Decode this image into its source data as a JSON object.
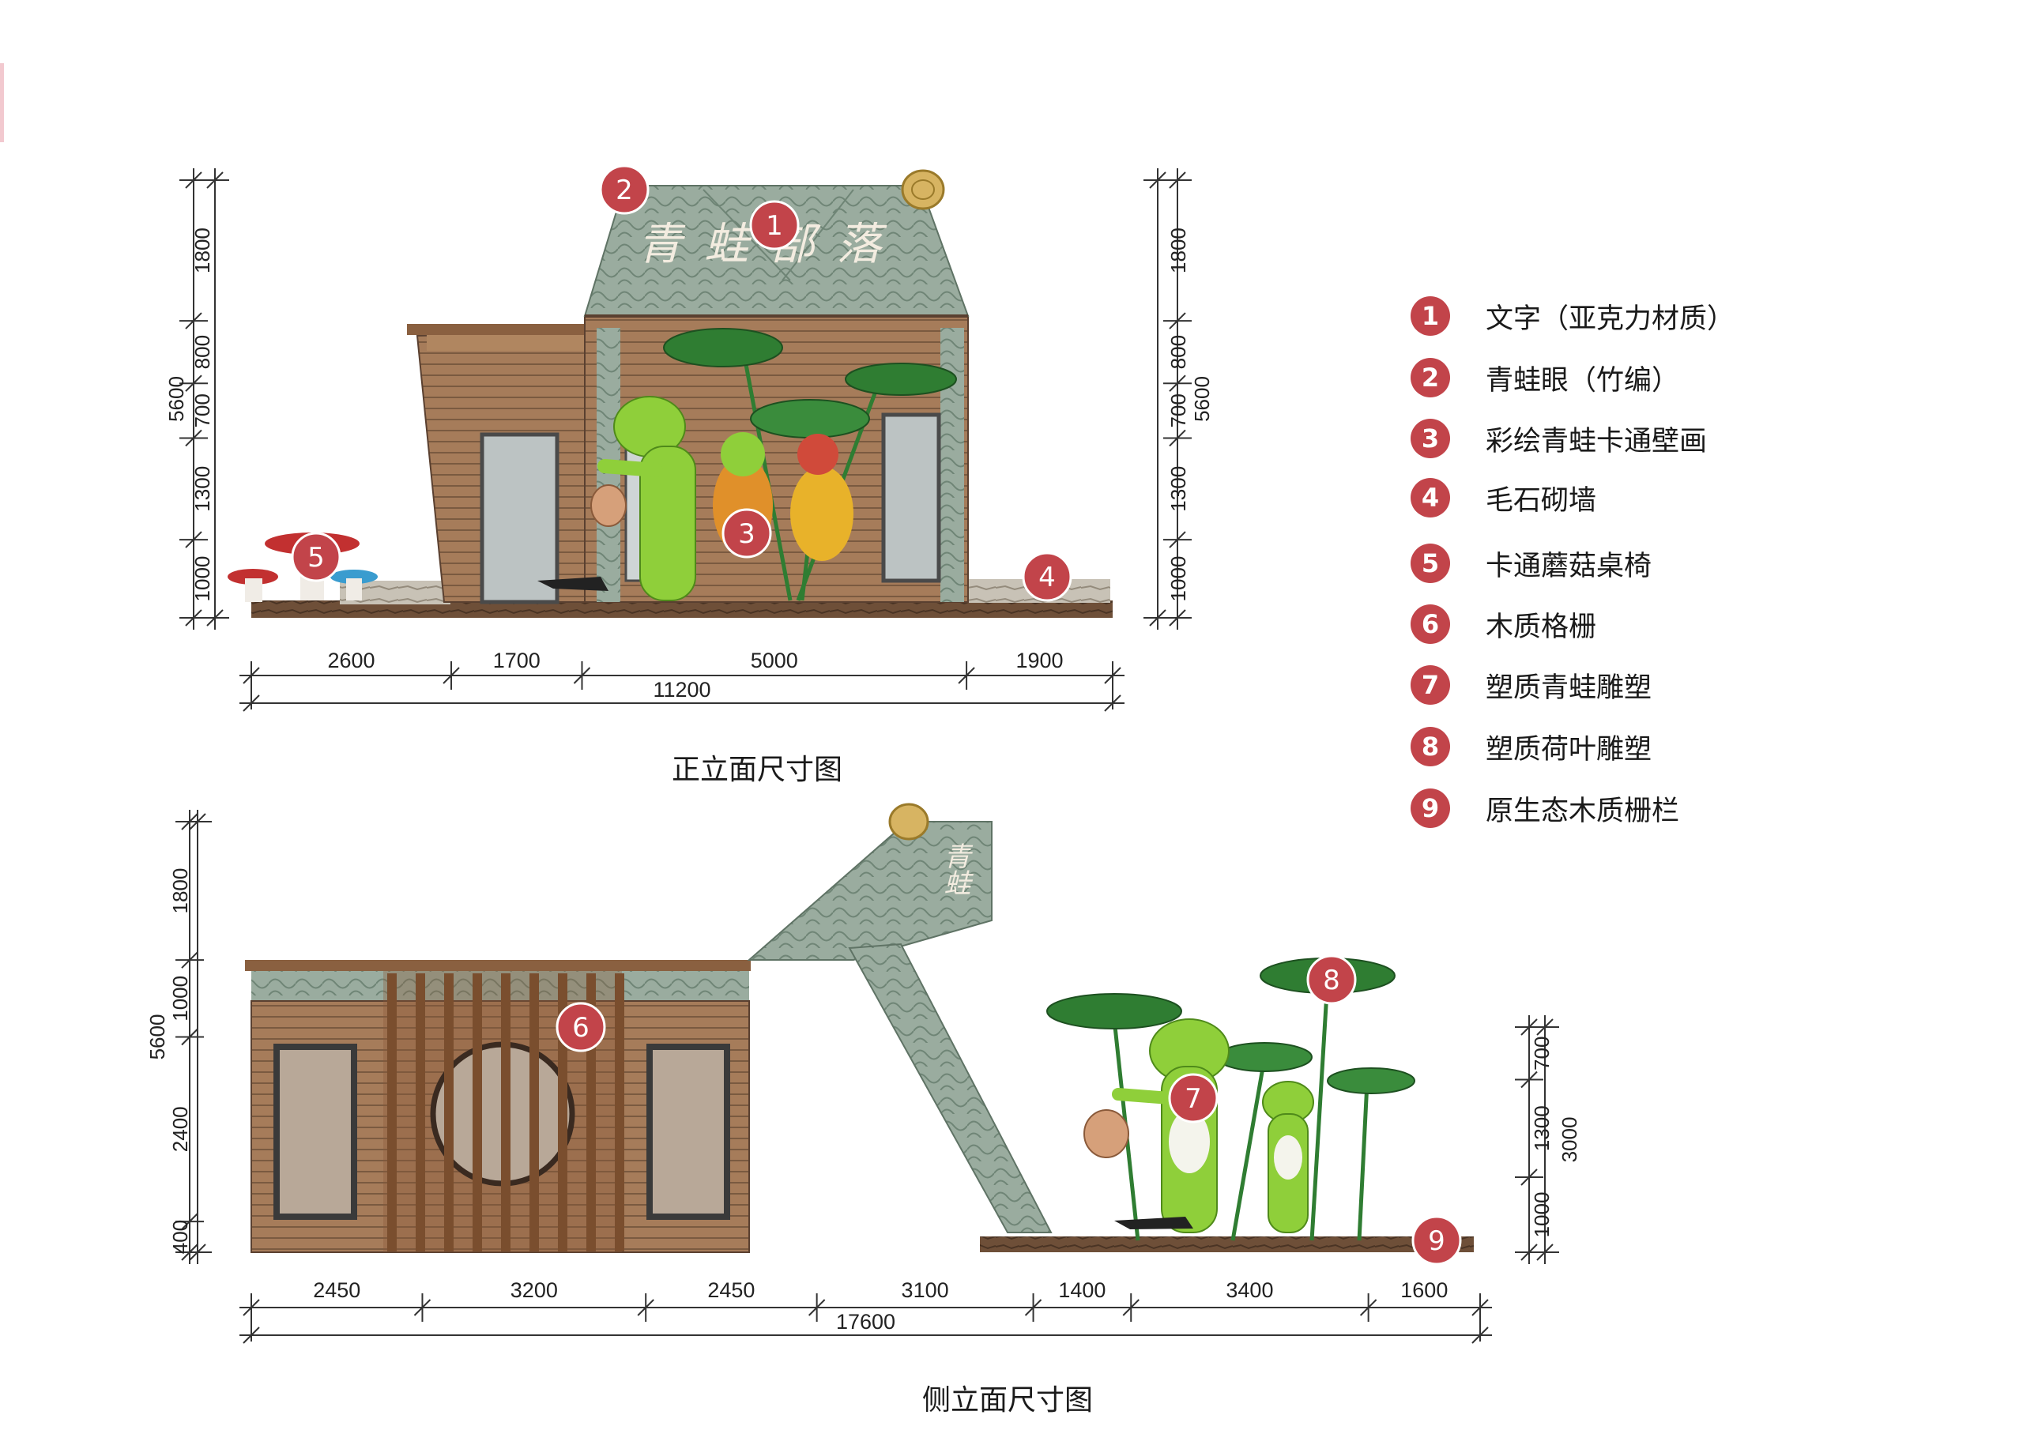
{
  "front_view": {
    "title": "正立面尺寸图",
    "sign_text": "青蛙部落",
    "left_height_segments": [
      "1800",
      "800",
      "700",
      "1300",
      "1000"
    ],
    "left_total_height": "5600",
    "right_height_segments": [
      "1800",
      "800",
      "700",
      "1300",
      "1000"
    ],
    "right_total_height": "5600",
    "width_segments": [
      "2600",
      "1700",
      "5000",
      "1900"
    ],
    "total_width": "11200",
    "markers": [
      "1",
      "2",
      "3",
      "4",
      "5"
    ]
  },
  "side_view": {
    "title": "侧立面尺寸图",
    "sign_text": "青蛙",
    "left_height_segments": [
      "1800",
      "1000",
      "2400",
      "400"
    ],
    "left_total_height": "5600",
    "right_height_segments": [
      "700",
      "1300",
      "1000"
    ],
    "right_total_height": "3000",
    "width_segments": [
      "2450",
      "3200",
      "2450",
      "3100",
      "1400",
      "3400",
      "1600"
    ],
    "total_width": "17600",
    "markers": [
      "6",
      "7",
      "8",
      "9"
    ]
  },
  "legend": [
    {
      "num": "1",
      "label": "文字（亚克力材质）"
    },
    {
      "num": "2",
      "label": "青蛙眼（竹编）"
    },
    {
      "num": "3",
      "label": "彩绘青蛙卡通壁画"
    },
    {
      "num": "4",
      "label": "毛石砌墙"
    },
    {
      "num": "5",
      "label": "卡通蘑菇桌椅"
    },
    {
      "num": "6",
      "label": "木质格栅"
    },
    {
      "num": "7",
      "label": "塑质青蛙雕塑"
    },
    {
      "num": "8",
      "label": "塑质荷叶雕塑"
    },
    {
      "num": "9",
      "label": "原生态木质栅栏"
    }
  ],
  "colors": {
    "marker": "#c2444a",
    "wood": "#a47a58",
    "stone": "#95a89a",
    "frog": "#8fcf3a",
    "leaf": "#2f7d32"
  }
}
